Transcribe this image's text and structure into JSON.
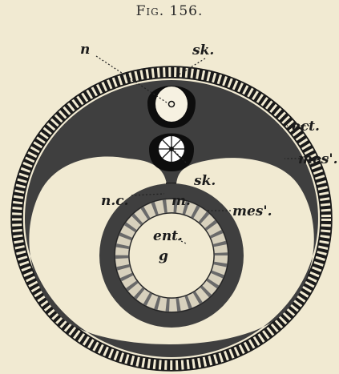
{
  "figure": {
    "title": "Fig. 156."
  },
  "labels": {
    "n": "n",
    "sk_top": "sk.",
    "ect": "ect.",
    "mes1": "mes'.",
    "nc": "n.c.",
    "m": "m.",
    "sk_mid": "sk.",
    "mes2": "mes'.",
    "ent": "ent.",
    "g": "g"
  },
  "colors": {
    "paper": "#f1ead2",
    "mesoderm": "#3f3f3f",
    "ink": "#111111",
    "stripe": "#d8d1bd"
  }
}
